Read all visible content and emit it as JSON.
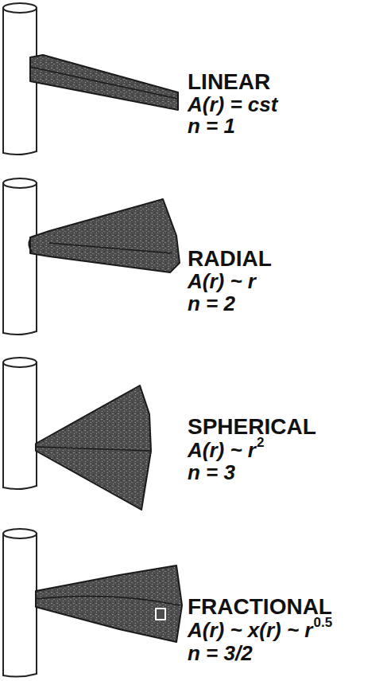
{
  "diagram": {
    "labels": [
      "LINEAR",
      "A(r) = cst",
      "n = 1",
      "RADIAL",
      "A(r) ~ r",
      "n = 2",
      "SPHERICAL",
      "A(r) ~ r",
      "2",
      "n = 3",
      "FRACTIONAL",
      "A(r) ~ x(r) ~ r",
      "0.5",
      "n = 3/2"
    ]
  }
}
